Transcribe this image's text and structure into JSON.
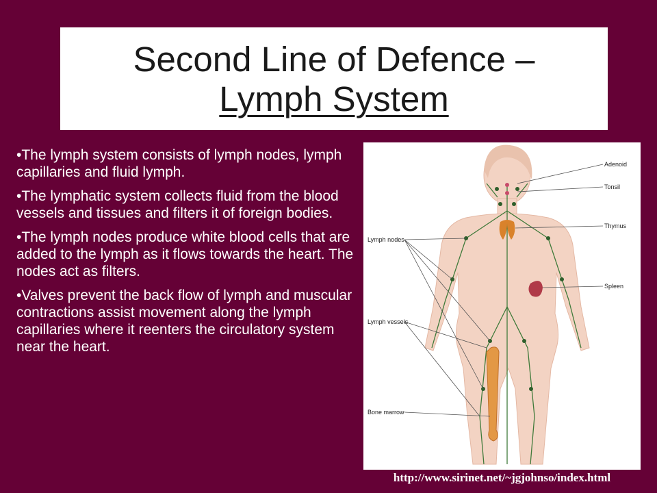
{
  "title": {
    "line1": "Second Line of Defence –",
    "line2": "Lymph System"
  },
  "bullets": [
    "•The lymph system consists of lymph nodes, lymph capillaries and fluid lymph.",
    "•The lymphatic system collects fluid from the blood vessels and tissues and filters it of foreign bodies.",
    "•The lymph nodes produce white blood cells that are added to the lymph as it flows towards the heart. The nodes act as filters.",
    "•Valves prevent the back flow of lymph and muscular contractions assist movement along the lymph capillaries where it reenters the circulatory system near the heart."
  ],
  "figure": {
    "labels": {
      "adenoid": "Adenoid",
      "tonsil": "Tonsil",
      "thymus": "Thymus",
      "spleen": "Spleen",
      "lymph_nodes": "Lymph nodes",
      "lymph_vessels": "Lymph vessels",
      "bone_marrow": "Bone marrow"
    }
  },
  "source_url": "http://www.sirinet.net/~jgjohnso/index.html",
  "colors": {
    "background": "#650136",
    "title_box": "#ffffff",
    "skin": "#f3d3c3",
    "organ": "#d9822b",
    "spleen": "#b03a48"
  }
}
